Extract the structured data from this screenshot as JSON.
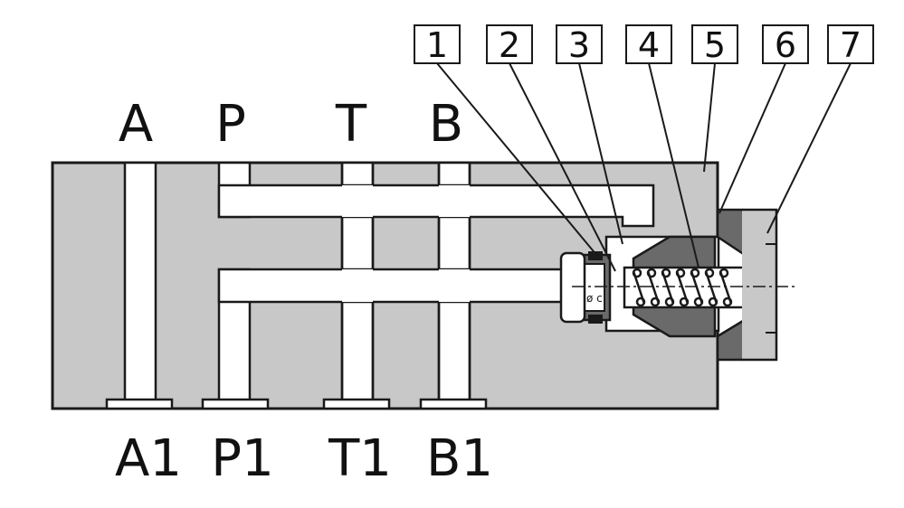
{
  "colors": {
    "body_fill": "#c8c8c8",
    "part_dark": "#6a6a6a",
    "line": "#1a1a1a",
    "passage": "#ffffff"
  },
  "ports_top": [
    {
      "id": "A",
      "label": "A"
    },
    {
      "id": "P",
      "label": "P"
    },
    {
      "id": "T",
      "label": "T"
    },
    {
      "id": "B",
      "label": "B"
    }
  ],
  "ports_bottom": [
    {
      "id": "A1",
      "label": "A1"
    },
    {
      "id": "P1",
      "label": "P1"
    },
    {
      "id": "T1",
      "label": "T1"
    },
    {
      "id": "B1",
      "label": "B1"
    }
  ],
  "callouts": [
    {
      "id": "1",
      "label": "1"
    },
    {
      "id": "2",
      "label": "2"
    },
    {
      "id": "3",
      "label": "3"
    },
    {
      "id": "4",
      "label": "4"
    },
    {
      "id": "5",
      "label": "5"
    },
    {
      "id": "6",
      "label": "6"
    },
    {
      "id": "7",
      "label": "7"
    }
  ]
}
